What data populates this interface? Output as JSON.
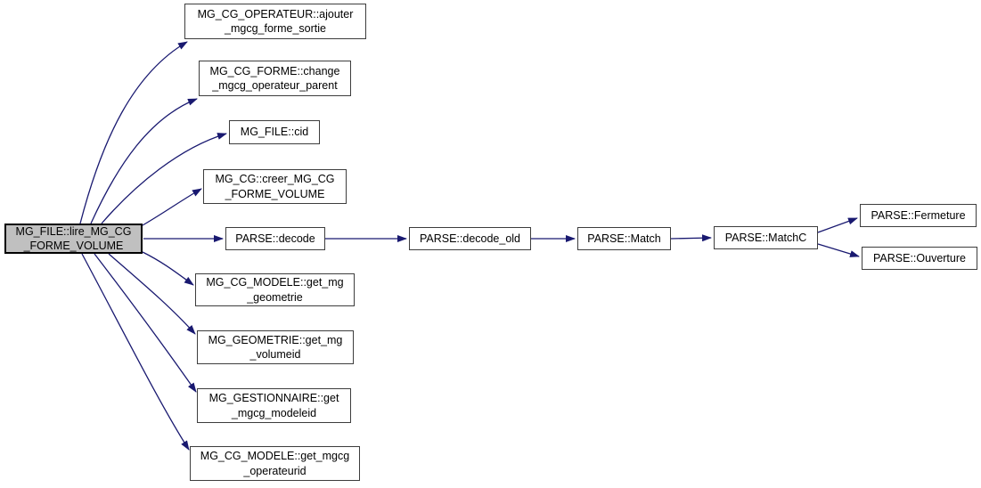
{
  "diagram": {
    "type": "call-graph",
    "colors": {
      "background": "#ffffff",
      "edge": "#191970",
      "node_fill": "#ffffff",
      "node_border": "#3d3d3d",
      "root_fill": "#c0c0c0",
      "root_border": "#000000",
      "text": "#000000"
    },
    "nodes": [
      {
        "id": "root",
        "label": "MG_FILE::lire_MG_CG\n_FORME_VOLUME",
        "role": "root"
      },
      {
        "id": "ajouter",
        "label": "MG_CG_OPERATEUR::ajouter\n_mgcg_forme_sortie",
        "role": "callee"
      },
      {
        "id": "change",
        "label": "MG_CG_FORME::change\n_mgcg_operateur_parent",
        "role": "callee"
      },
      {
        "id": "cid",
        "label": "MG_FILE::cid",
        "role": "callee"
      },
      {
        "id": "creer",
        "label": "MG_CG::creer_MG_CG\n_FORME_VOLUME",
        "role": "callee"
      },
      {
        "id": "decode",
        "label": "PARSE::decode",
        "role": "callee"
      },
      {
        "id": "geometrie",
        "label": "MG_CG_MODELE::get_mg\n_geometrie",
        "role": "callee"
      },
      {
        "id": "volumeid",
        "label": "MG_GEOMETRIE::get_mg\n_volumeid",
        "role": "callee"
      },
      {
        "id": "modeleid",
        "label": "MG_GESTIONNAIRE::get\n_mgcg_modeleid",
        "role": "callee"
      },
      {
        "id": "operateurid",
        "label": "MG_CG_MODELE::get_mgcg\n_operateurid",
        "role": "callee"
      },
      {
        "id": "decode_old",
        "label": "PARSE::decode_old",
        "role": "callee"
      },
      {
        "id": "match",
        "label": "PARSE::Match",
        "role": "callee"
      },
      {
        "id": "matchc",
        "label": "PARSE::MatchC",
        "role": "callee"
      },
      {
        "id": "fermeture",
        "label": "PARSE::Fermeture",
        "role": "callee"
      },
      {
        "id": "ouverture",
        "label": "PARSE::Ouverture",
        "role": "callee"
      }
    ],
    "edges": [
      {
        "from": "root",
        "to": "ajouter"
      },
      {
        "from": "root",
        "to": "change"
      },
      {
        "from": "root",
        "to": "cid"
      },
      {
        "from": "root",
        "to": "creer"
      },
      {
        "from": "root",
        "to": "decode"
      },
      {
        "from": "root",
        "to": "geometrie"
      },
      {
        "from": "root",
        "to": "volumeid"
      },
      {
        "from": "root",
        "to": "modeleid"
      },
      {
        "from": "root",
        "to": "operateurid"
      },
      {
        "from": "decode",
        "to": "decode_old"
      },
      {
        "from": "decode_old",
        "to": "match"
      },
      {
        "from": "match",
        "to": "matchc"
      },
      {
        "from": "matchc",
        "to": "fermeture"
      },
      {
        "from": "matchc",
        "to": "ouverture"
      }
    ]
  }
}
